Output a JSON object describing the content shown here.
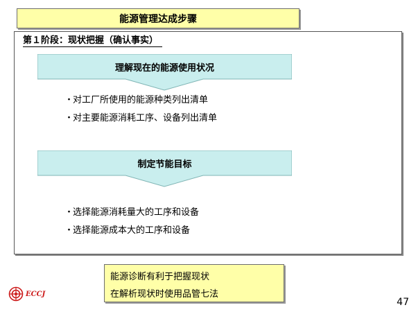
{
  "title": "能源管理达成步骤",
  "phase": "第１阶段：现状把握（确认事实）",
  "steps": [
    {
      "heading": "理解现在的能源使用状况",
      "bullets": [
        "对工厂所使用的能源种类列出清单",
        "对主要能源消耗工序、设备列出清单"
      ]
    },
    {
      "heading": "制定节能目标",
      "bullets": [
        "选择能源消耗量大的工序和设备",
        "选择能源成本大的工序和设备"
      ]
    }
  ],
  "bullet_symbol": "・",
  "note": {
    "line1": "能源诊断有利于把握现状",
    "line2": "在解析现状时使用品管七法"
  },
  "logo": {
    "text": "ECCJ",
    "icon": "eccj-logo-icon",
    "color": "#cc1b1b"
  },
  "page_number": "47",
  "colors": {
    "title_fill": "#ffffa8",
    "arrow_fill": "#c9eeee",
    "arrow_stroke": "#7fb4b4"
  }
}
